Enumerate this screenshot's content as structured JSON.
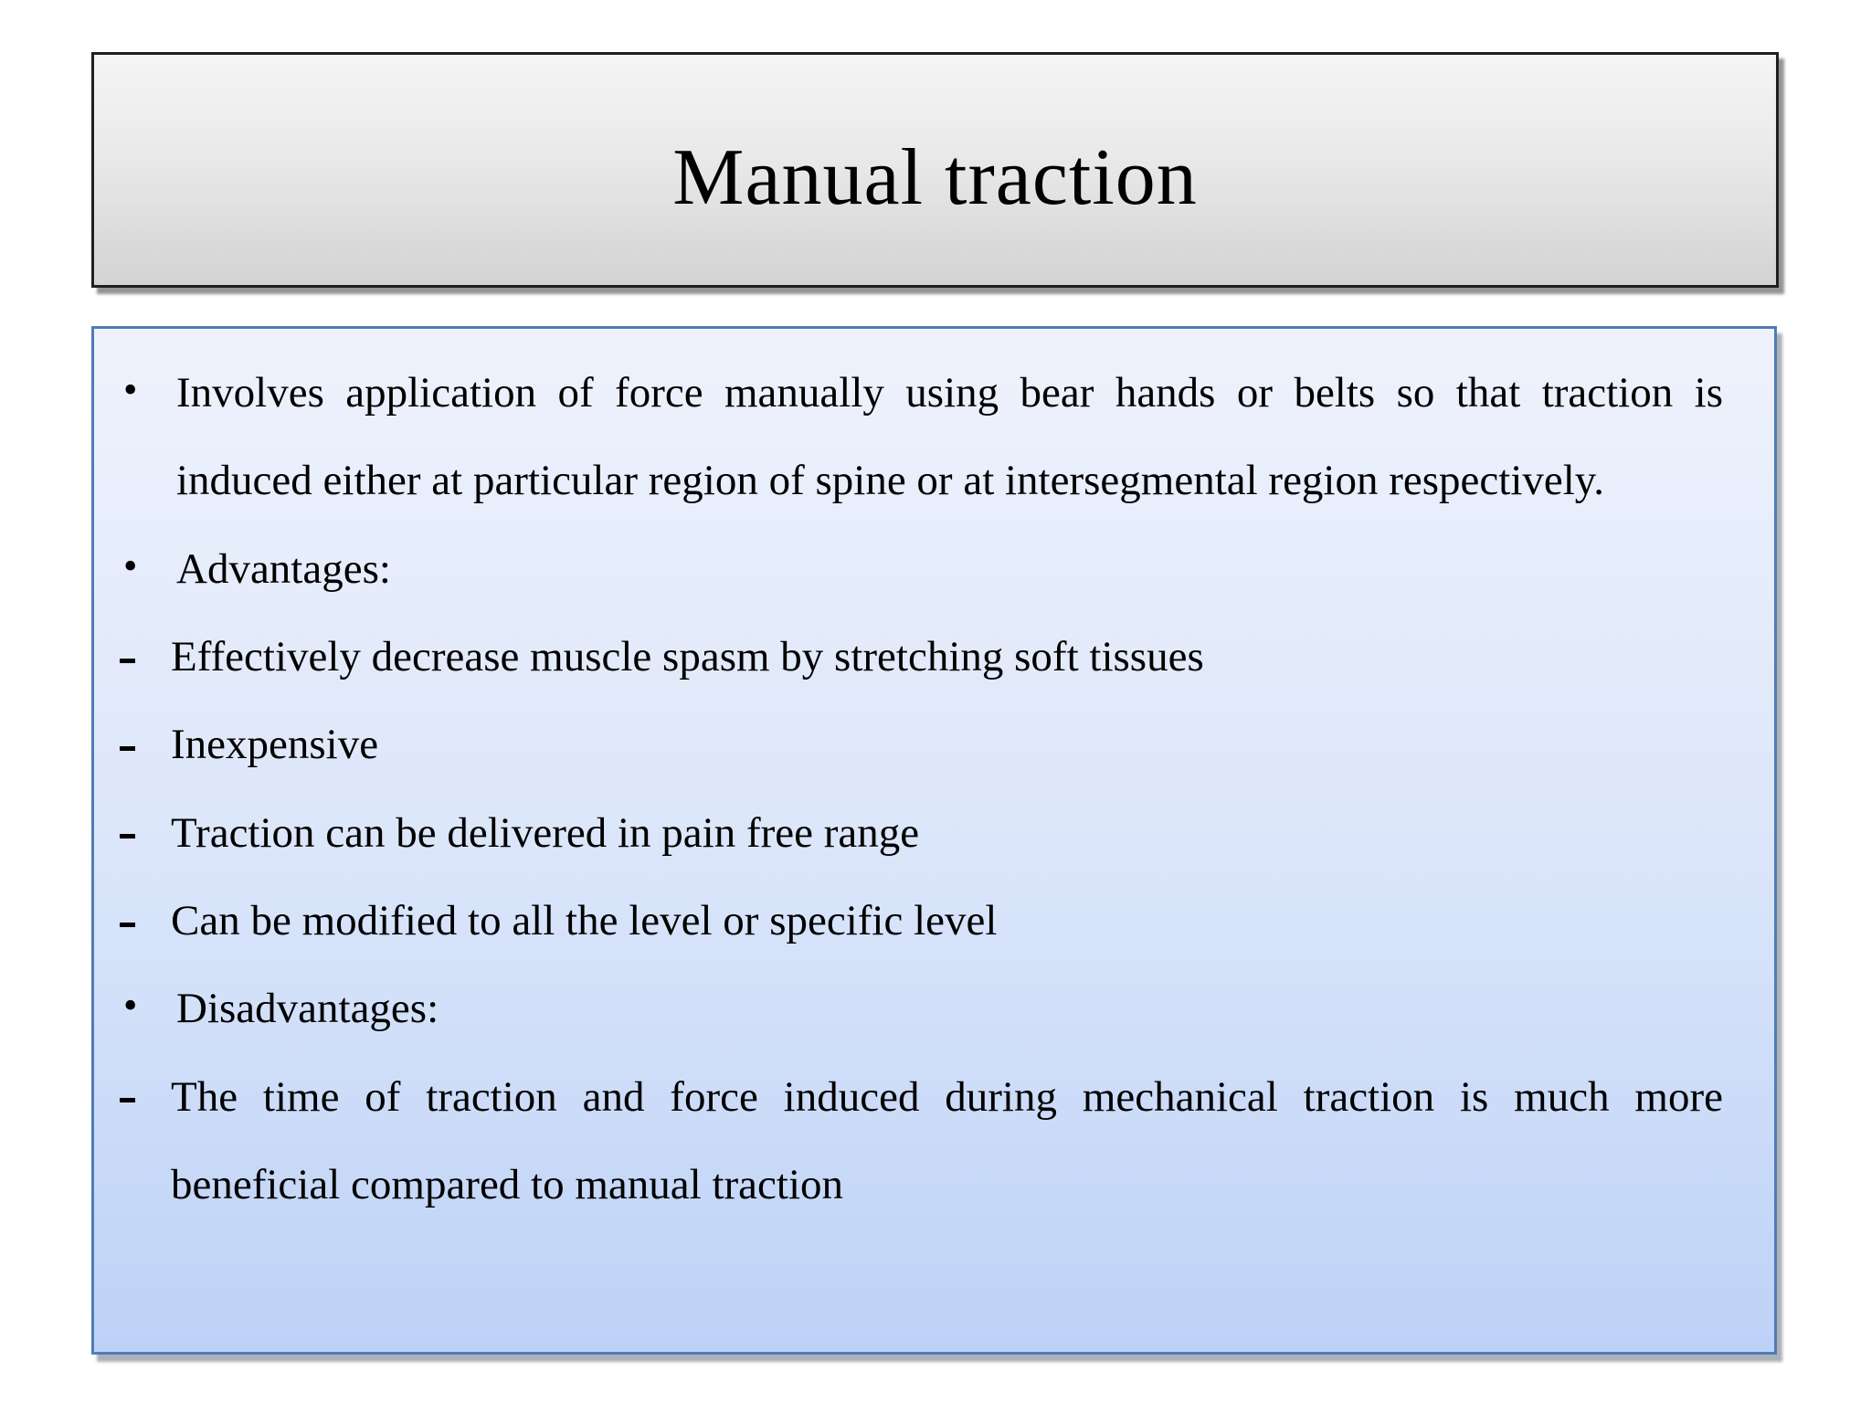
{
  "slide": {
    "title": "Manual traction",
    "content": {
      "markers": {
        "bullet": "•",
        "dash": "-"
      },
      "items": [
        {
          "marker": "bullet",
          "justify": true,
          "text": "Involves application of force manually using bear hands or belts so that traction is induced either at particular region of spine or at intersegmental region respectively."
        },
        {
          "marker": "bullet",
          "justify": false,
          "text": "Advantages:"
        },
        {
          "marker": "dash",
          "justify": false,
          "text": "Effectively decrease muscle spasm by stretching soft tissues"
        },
        {
          "marker": "dash",
          "justify": false,
          "text": "Inexpensive"
        },
        {
          "marker": "dash",
          "justify": false,
          "text": "Traction can be delivered in pain free range"
        },
        {
          "marker": "dash",
          "justify": false,
          "text": "Can be modified to all the level or specific level"
        },
        {
          "marker": "bullet",
          "justify": false,
          "text": "Disadvantages:"
        },
        {
          "marker": "dash",
          "justify": true,
          "text": "The time of traction and force induced during mechanical traction is much more beneficial compared to manual traction"
        }
      ]
    },
    "colors": {
      "page_background": "#ffffff",
      "title_box_border": "#1f1f1f",
      "title_box_bg_top": "#f5f5f5",
      "title_box_bg_bottom": "#d3d3d3",
      "content_box_border": "#4f7cb8",
      "content_box_bg_top": "#eef2fc",
      "content_box_bg_bottom": "#bdd2f7",
      "text": "#000000"
    }
  }
}
